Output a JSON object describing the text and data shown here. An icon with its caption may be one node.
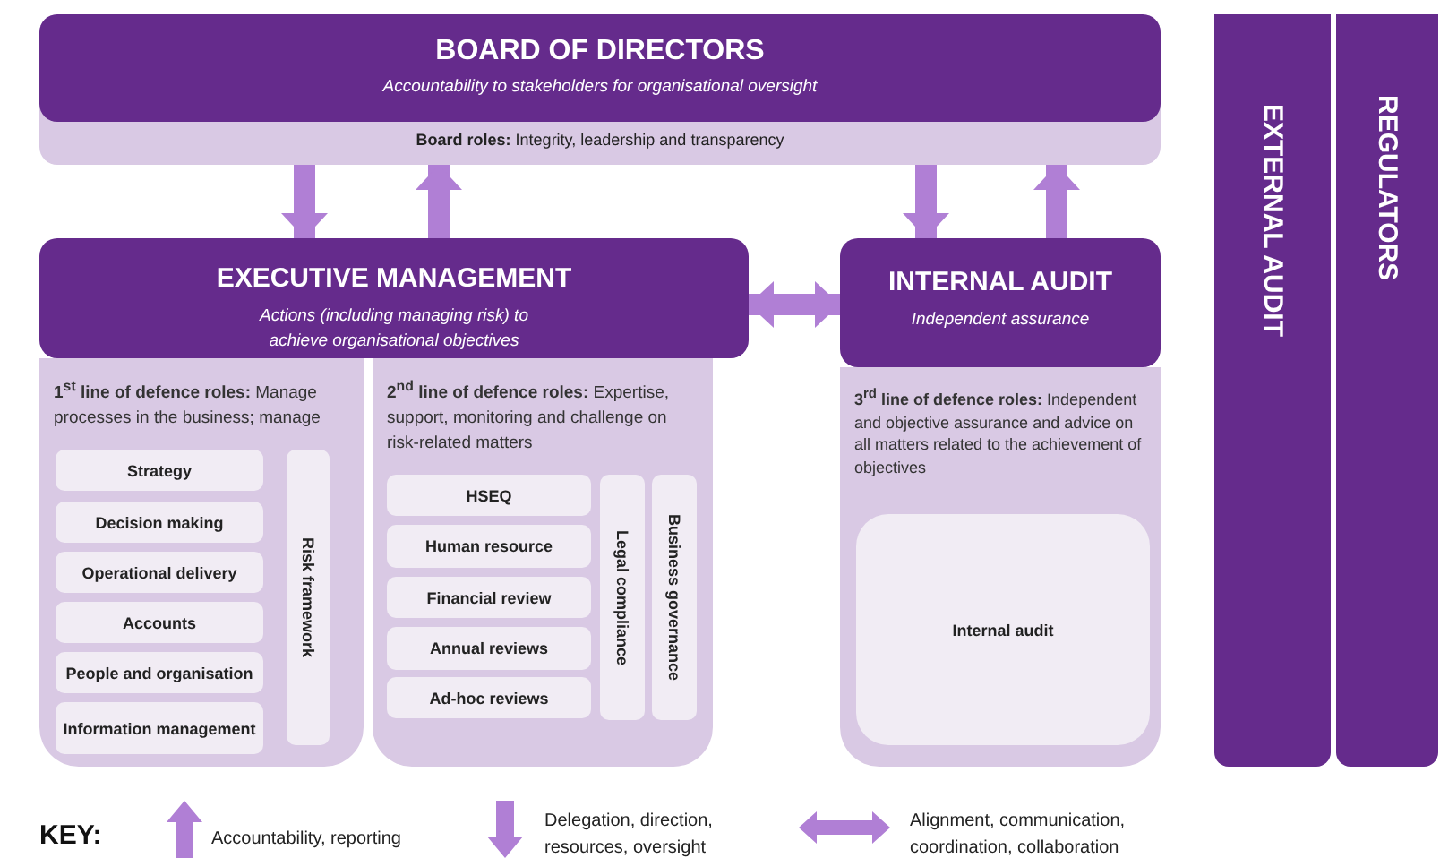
{
  "diagram": {
    "nodes": [
      {
        "text": [
          "BOARD OF DIRECTORS",
          "Accountability to stakeholders for organisational oversight",
          "**Board roles:** Integrity, leadership and transparency"
        ]
      },
      {
        "text": [
          "EXECUTIVE MANAGEMENT",
          "Actions (including managing risk) to achieve organisational objectives"
        ]
      },
      {
        "text": [
          "**1$^{st}$ line of defence roles:** Manage processes in the business; manage"
        ]
      },
      {
        "text": [
          "Strategy"
        ],
        "in": 2
      },
      {
        "text": [
          "Decision making"
        ],
        "in": 2
      },
      {
        "text": [
          "Operational delivery"
        ],
        "in": 2
      },
      {
        "text": [
          "Accounts"
        ],
        "in": 2
      },
      {
        "text": [
          "People and organisation"
        ],
        "in": 2
      },
      {
        "text": [
          "Information management"
        ],
        "in": 2
      },
      {
        "text": [
          "Risk framework"
        ],
        "in": 2
      },
      {
        "text": [
          "**2$^{nd}$ line of defence roles:** Expertise, support, monitoring and challenge on risk-related matters"
        ]
      },
      {
        "text": [
          "HSEQ"
        ],
        "in": 10
      },
      {
        "text": [
          "Human resource"
        ],
        "in": 10
      },
      {
        "text": [
          "Financial review"
        ],
        "in": 10
      },
      {
        "text": [
          "Annual reviews"
        ],
        "in": 10
      },
      {
        "text": [
          "Ad-hoc reviews"
        ],
        "in": 10
      },
      {
        "text": [
          "Legal compliance"
        ],
        "in": 10
      },
      {
        "text": [
          "Business governance"
        ],
        "in": 10
      },
      {
        "text": [
          "INTERNAL AUDIT",
          "Independent assurance"
        ]
      },
      {
        "text": [
          "**3$^{rd}$ line of defence roles:** Independent and objective assurance and advice on all matters related to the achievement of objectives"
        ]
      },
      {
        "text": [
          "Internal audit"
        ],
        "in": 19
      },
      {
        "text": [
          "EXTERNAL AUDIT"
        ]
      },
      {
        "text": [
          "REGULATORS"
        ]
      }
    ],
    "edges": [
      {
        "from": 0,
        "to": 1,
        "arrow": "to"
      },
      {
        "from": 1,
        "to": 0,
        "arrow": "to"
      },
      {
        "from": 0,
        "to": 18,
        "arrow": "to"
      },
      {
        "from": 18,
        "to": 0,
        "arrow": "to"
      },
      {
        "from": 1,
        "to": 18,
        "arrow": "both"
      }
    ],
    "labels": [
      "KEY:"
    ],
    "legend": [
      {
        "text": "Accountability, reporting"
      },
      {
        "text": "Delegation, direction, resources, oversight"
      },
      {
        "text": "Alignment, communication, coordination, collaboration"
      }
    ]
  }
}
